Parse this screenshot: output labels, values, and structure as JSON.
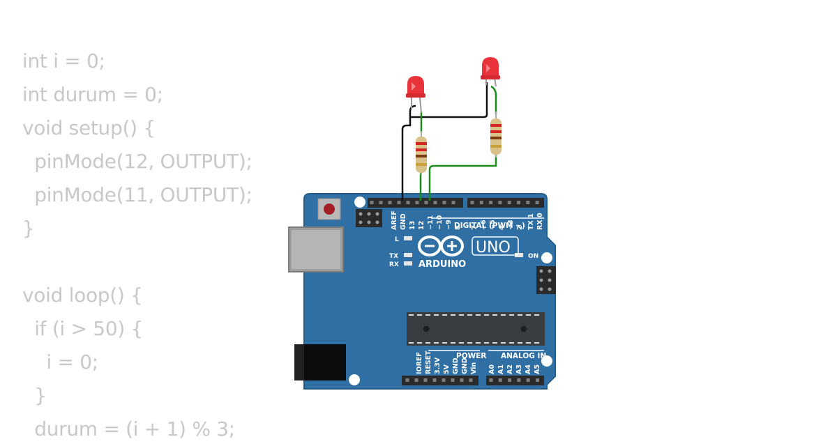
{
  "code": {
    "lines": [
      "int i = 0;",
      "int durum = 0;",
      "void setup() {",
      "  pinMode(12, OUTPUT);",
      "  pinMode(11, OUTPUT);",
      "}",
      "",
      "void loop() {",
      "  if (i > 50) {",
      "    i = 0;",
      "  }",
      "  durum = (i + 1) % 3;"
    ]
  },
  "board": {
    "brand": "ARDUINO",
    "model": "UNO",
    "digital_label": "DIGITAL (PWM ~)",
    "on_label": "ON",
    "l_label": "L",
    "tx_label": "TX",
    "rx_label": "RX",
    "power_label": "POWER",
    "analog_label": "ANALOG IN",
    "top_pin_labels": [
      "AREF",
      "GND",
      "13",
      "12",
      "~11",
      "~10",
      "~9",
      "8",
      "7",
      "~6",
      "~5",
      "4",
      "~3",
      "2",
      "TX 1",
      "RX 0"
    ],
    "power_pin_labels": [
      "IOREF",
      "RESET",
      "3.3V",
      "5V",
      "GND",
      "GND",
      "Vin"
    ],
    "analog_pin_labels": [
      "A0",
      "A1",
      "A2",
      "A3",
      "A4",
      "A5"
    ]
  },
  "colors": {
    "board": "#2f6fa3",
    "wire_black": "#111111",
    "wire_green": "#1a8a1a",
    "led": "#e8333a"
  }
}
